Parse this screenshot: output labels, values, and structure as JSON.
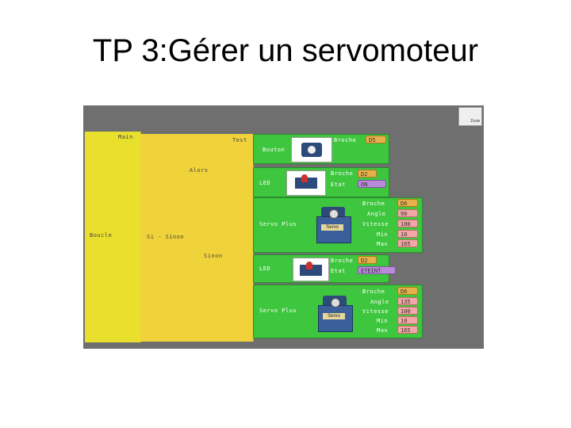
{
  "title": "TP 3:Gérer un servomoteur",
  "minimap": {
    "label": "Zoom"
  },
  "blocks": {
    "loop_label": "Boucle",
    "main_label": "Main",
    "if_label": "Si - Sinon",
    "if_keyword": "Test",
    "then_label": "Alors",
    "else_label": "Sinon",
    "button": {
      "label": "Bouton",
      "pin_label": "Broche",
      "pin": "D5"
    },
    "led1": {
      "label": "LED",
      "pin_label": "Broche",
      "pin": "D2",
      "state_label": "Etat",
      "state": "ON"
    },
    "servo1": {
      "label": "Servo Plus",
      "plate": "Servo",
      "params": [
        {
          "name": "Broche",
          "value": "D6"
        },
        {
          "name": "Angle",
          "value": "90"
        },
        {
          "name": "Vitesse",
          "value": "100"
        },
        {
          "name": "Min",
          "value": "10"
        },
        {
          "name": "Max",
          "value": "165"
        }
      ]
    },
    "led2": {
      "label": "LED",
      "pin_label": "Broche",
      "pin": "D2",
      "state_label": "Etat",
      "state": "ETEINT"
    },
    "servo2": {
      "label": "Servo Plus",
      "plate": "Servo",
      "params": [
        {
          "name": "Broche",
          "value": "D6"
        },
        {
          "name": "Angle",
          "value": "135"
        },
        {
          "name": "Vitesse",
          "value": "100"
        },
        {
          "name": "Min",
          "value": "10"
        },
        {
          "name": "Max",
          "value": "165"
        }
      ]
    }
  }
}
